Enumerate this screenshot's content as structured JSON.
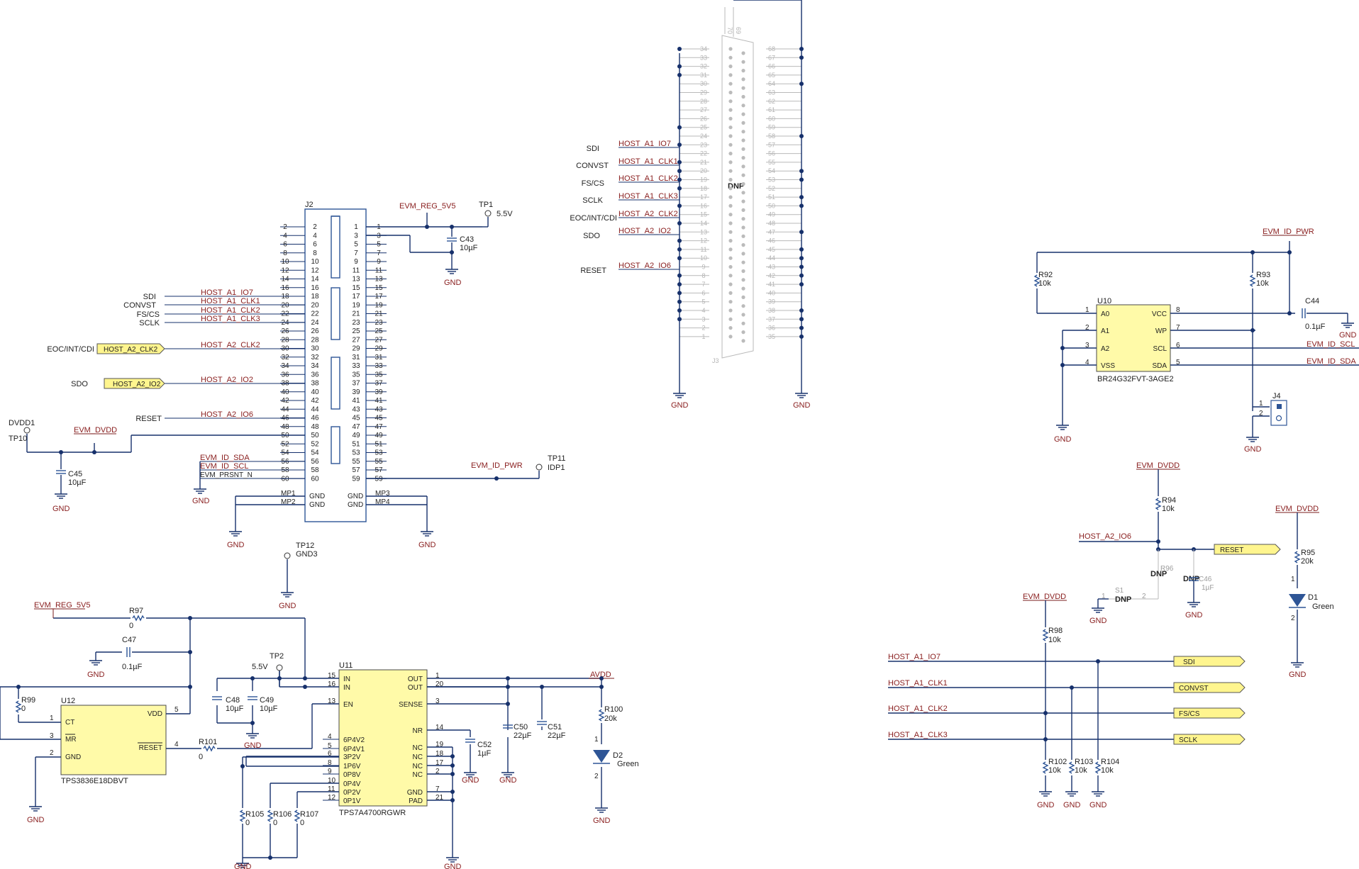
{
  "nets": {
    "evm_reg_5v5": "EVM_REG_5V5",
    "evm_id_pwr": "EVM_ID_PWR",
    "evm_dvdd": "EVM_DVDD",
    "avdd": "AVDD",
    "gnd": "GND",
    "host_a1_io7": "HOST_A1_IO7",
    "host_a1_clk1": "HOST_A1_CLK1",
    "host_a1_clk2": "HOST_A1_CLK2",
    "host_a1_clk3": "HOST_A1_CLK3",
    "host_a2_clk2": "HOST_A2_CLK2",
    "host_a2_io2": "HOST_A2_IO2",
    "host_a2_io6": "HOST_A2_IO6",
    "evm_id_sda": "EVM_ID_SDA",
    "evm_id_scl": "EVM_ID_SCL",
    "evm_prsnt_n": "EVM_PRSNT_N"
  },
  "signals": {
    "sdi": "SDI",
    "convst": "CONVST",
    "fscs": "FS/CS",
    "sclk": "SCLK",
    "eoc": "EOC/INT/CDI",
    "sdo": "SDO",
    "reset": "RESET"
  },
  "j2": {
    "ref": "J2",
    "even": [
      "2",
      "4",
      "6",
      "8",
      "10",
      "12",
      "14",
      "16",
      "18",
      "20",
      "22",
      "24",
      "26",
      "28",
      "30",
      "32",
      "34",
      "36",
      "38",
      "40",
      "42",
      "44",
      "46",
      "48",
      "50",
      "52",
      "54",
      "56",
      "58",
      "60"
    ],
    "odd": [
      "1",
      "3",
      "5",
      "7",
      "9",
      "11",
      "13",
      "15",
      "17",
      "19",
      "21",
      "23",
      "25",
      "27",
      "29",
      "31",
      "33",
      "35",
      "37",
      "39",
      "41",
      "43",
      "45",
      "47",
      "49",
      "51",
      "53",
      "55",
      "57",
      "59"
    ],
    "mp": [
      "MP1",
      "MP2",
      "MP3",
      "MP4"
    ],
    "gnd_pin": "GND"
  },
  "j3": {
    "ref": "J3",
    "dnp": "DNP",
    "left": [
      "34",
      "33",
      "32",
      "31",
      "30",
      "29",
      "28",
      "27",
      "26",
      "25",
      "24",
      "23",
      "22",
      "21",
      "20",
      "19",
      "18",
      "17",
      "16",
      "15",
      "14",
      "13",
      "12",
      "11",
      "10",
      "9",
      "8",
      "7",
      "6",
      "5",
      "4",
      "3",
      "2",
      "1"
    ],
    "right": [
      "68",
      "67",
      "66",
      "65",
      "64",
      "63",
      "62",
      "61",
      "60",
      "59",
      "58",
      "57",
      "56",
      "55",
      "54",
      "53",
      "52",
      "51",
      "50",
      "49",
      "48",
      "47",
      "46",
      "45",
      "44",
      "43",
      "42",
      "41",
      "40",
      "39",
      "38",
      "37",
      "36",
      "35"
    ],
    "top": [
      "70",
      "69"
    ]
  },
  "tp": {
    "tp1": "TP1",
    "tp1v": "5.5V",
    "tp2": "TP2",
    "tp2v": "5.5V",
    "tp10": "TP10",
    "tp10n": "DVDD1",
    "tp11": "TP11",
    "tp11n": "IDP1",
    "tp12": "TP12",
    "tp12n": "GND3"
  },
  "caps": {
    "c43": "C43",
    "c43v": "10µF",
    "c45": "C45",
    "c45v": "10µF",
    "c44": "C44",
    "c44v": "0.1µF",
    "c47": "C47",
    "c47v": "0.1µF",
    "c48": "C48",
    "c48v": "10µF",
    "c49": "C49",
    "c49v": "10µF",
    "c50": "C50",
    "c50v": "22µF",
    "c51": "C51",
    "c51v": "22µF",
    "c52": "C52",
    "c52v": "1µF",
    "c46": "C46",
    "c46v": "1µF"
  },
  "res": {
    "r92": "R92",
    "r93": "R93",
    "r94": "R94",
    "r95": "R95",
    "r98": "R98",
    "r102": "R102",
    "r103": "R103",
    "r104": "R104",
    "k10": "10k",
    "k20": "20k",
    "r96": "R96",
    "r97": "R97",
    "r99": "R99",
    "r100": "R100",
    "r101": "R101",
    "r105": "R105",
    "r106": "R106",
    "r107": "R107",
    "z": "0"
  },
  "u10": {
    "ref": "U10",
    "part": "BR24G32FVT-3AGE2",
    "pins": [
      "A0",
      "A1",
      "A2",
      "VSS",
      "VCC",
      "WP",
      "SCL",
      "SDA"
    ],
    "nums": [
      "1",
      "2",
      "3",
      "4",
      "8",
      "7",
      "6",
      "5"
    ]
  },
  "u11": {
    "ref": "U11",
    "part": "TPS7A4700RGWR",
    "left": [
      "IN",
      "IN",
      "EN",
      "6P4V2",
      "6P4V1",
      "3P2V",
      "1P6V",
      "0P8V",
      "0P4V",
      "0P2V",
      "0P1V"
    ],
    "lnums": [
      "15",
      "16",
      "13",
      "4",
      "5",
      "6",
      "8",
      "9",
      "10",
      "11",
      "12"
    ],
    "right": [
      "OUT",
      "OUT",
      "SENSE",
      "NR",
      "NC",
      "NC",
      "NC",
      "NC",
      "GND",
      "PAD"
    ],
    "rnums": [
      "1",
      "20",
      "3",
      "14",
      "19",
      "18",
      "17",
      "2",
      "7",
      "21"
    ]
  },
  "u12": {
    "ref": "U12",
    "part": "TPS3836E18DBVT",
    "pins": [
      "CT",
      "MR",
      "GND",
      "VDD",
      "RESET"
    ],
    "nums": [
      "1",
      "3",
      "2",
      "5",
      "4"
    ]
  },
  "misc": {
    "j4": "J4",
    "j4p1": "1",
    "j4p2": "2",
    "s1": "S1",
    "dnp": "DNP",
    "d1": "D1",
    "d2": "D2",
    "green": "Green",
    "p1": "1",
    "p2": "2"
  }
}
